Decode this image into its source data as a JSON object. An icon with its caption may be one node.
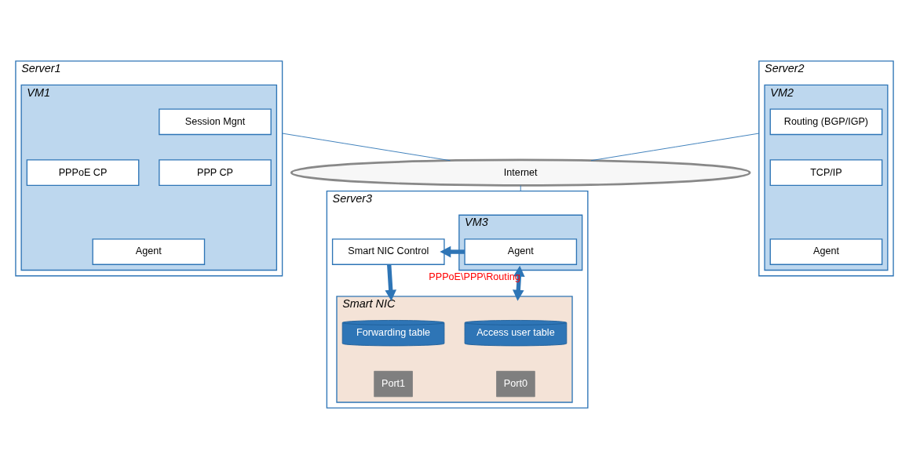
{
  "diagram": {
    "nodes": [
      {
        "text": [
          "Server1"
        ]
      },
      {
        "text": [
          "VM1"
        ],
        "in": 0
      },
      {
        "text": [
          "Session Mgnt"
        ],
        "in": 1
      },
      {
        "text": [
          "PPPoE CP"
        ],
        "in": 1
      },
      {
        "text": [
          "PPP CP"
        ],
        "in": 1
      },
      {
        "text": [
          "Agent"
        ],
        "in": 1
      },
      {
        "text": [
          "Server2"
        ]
      },
      {
        "text": [
          "VM2"
        ],
        "in": 6
      },
      {
        "text": [
          "Routing (BGP/IGP)"
        ],
        "in": 7
      },
      {
        "text": [
          "TCP/IP"
        ],
        "in": 7
      },
      {
        "text": [
          "Agent"
        ],
        "in": 7
      },
      {
        "text": [
          "Internet"
        ]
      },
      {
        "text": [
          "Server3"
        ]
      },
      {
        "text": [
          "VM3"
        ],
        "in": 12
      },
      {
        "text": [
          "Agent"
        ],
        "in": 13
      },
      {
        "text": [
          "Smart NIC Control"
        ],
        "in": 12
      },
      {
        "text": [
          "Smart NIC"
        ],
        "in": 12
      },
      {
        "text": [
          "Access user table"
        ],
        "in": 16
      },
      {
        "text": [
          "Forwarding table"
        ],
        "in": 16
      },
      {
        "text": [
          "Port0"
        ],
        "in": 16
      },
      {
        "text": [
          "Port1"
        ],
        "in": 16
      }
    ],
    "edges": [
      {
        "from": 0,
        "to": 11,
        "arrow": "none"
      },
      {
        "from": 6,
        "to": 11,
        "arrow": "none"
      },
      {
        "from": 11,
        "to": 12,
        "arrow": "none"
      },
      {
        "from": 14,
        "to": 15,
        "arrow": "to",
        "style": "thick"
      },
      {
        "from": 15,
        "to": 16,
        "arrow": "to",
        "style": "thick"
      },
      {
        "from": 13,
        "to": 16,
        "arrow": "both",
        "style": "thick",
        "label": "PPPoE\\PPP\\Routing"
      }
    ]
  }
}
